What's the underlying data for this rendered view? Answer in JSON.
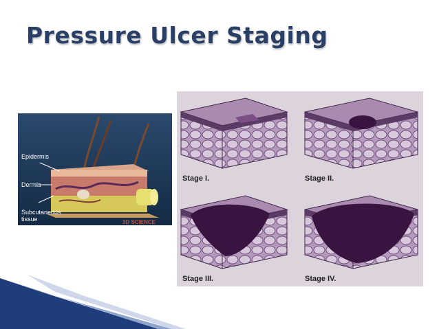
{
  "slide": {
    "title": "Pressure Ulcer Staging"
  },
  "skin_figure": {
    "labels": [
      "Epidermis",
      "Dermis",
      "Subcutaneous",
      "tissue"
    ],
    "watermark": "3D SCIENCE"
  },
  "stages_figure": {
    "stages": [
      "Stage I.",
      "Stage II.",
      "Stage III.",
      "Stage IV."
    ]
  },
  "colors": {
    "title": "#2a3f66",
    "stage_panel_bg": "#dcd3dc",
    "tissue_purple": "#6d4a7e",
    "wound_dark": "#3a1440",
    "skin_panel_bg": "#1e3a5c",
    "decor_blue": "#1f3d7a"
  }
}
